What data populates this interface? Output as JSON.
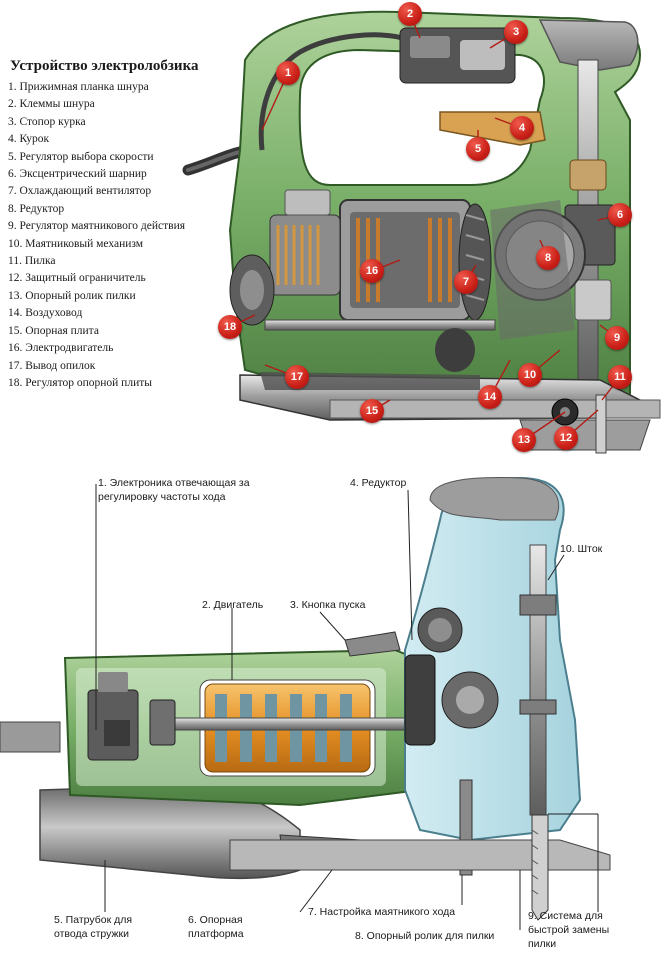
{
  "top_diagram": {
    "title": "Устройство электролобзика",
    "legend": [
      "1. Прижимная планка шнура",
      "2. Клеммы шнура",
      "3. Стопор курка",
      "4. Курок",
      "5. Регулятор выбора скорости",
      "6. Эксцентрический шарнир",
      "7. Охлаждающий вентилятор",
      "8. Редуктор",
      "9. Регулятор маятникового действия",
      "10. Маятниковый механизм",
      "11. Пилка",
      "12. Защитный ограничитель",
      "13. Опорный ролик пилки",
      "14. Воздуховод",
      "15. Опорная плита",
      "16. Электродвигатель",
      "17. Вывод опилок",
      "18. Регулятор опорной плиты"
    ],
    "markers": [
      "1",
      "2",
      "3",
      "4",
      "5",
      "6",
      "7",
      "8",
      "9",
      "10",
      "11",
      "12",
      "13",
      "14",
      "15",
      "16",
      "17",
      "18"
    ]
  },
  "bottom_diagram": {
    "callouts": {
      "c1": "1. Электроника отвечающая за регулировку частоты хода",
      "c2": "2. Двигатель",
      "c3": "3. Кнопка пуска",
      "c4": "4. Редуктор",
      "c5": "5. Патрубок для отвода стружки",
      "c6": "6. Опорная платформа",
      "c7": "7. Настройка маятникого хода",
      "c8": "8. Опорный ролик для пилки",
      "c9": "9. Система для быстрой замены пилки",
      "c10": "10. Шток"
    }
  },
  "colors": {
    "top_body": "#5f9a53",
    "top_body_light": "#9cc48c",
    "motor_copper": "#e59a30",
    "housing_blue": "#b7dde6",
    "housing_green": "#7fc07a",
    "marker_red": "#d0211a"
  }
}
